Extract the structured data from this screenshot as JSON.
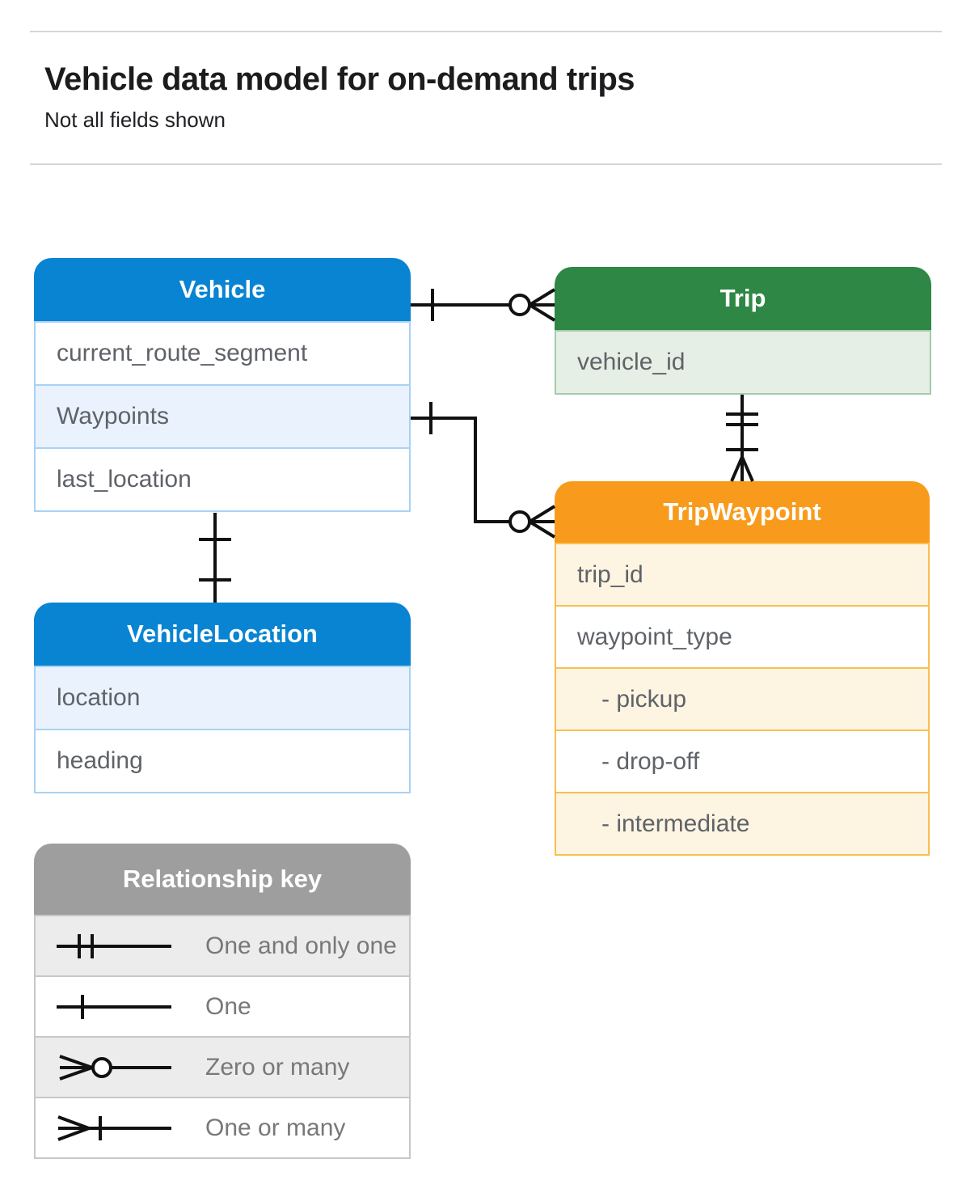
{
  "page": {
    "title": "Vehicle data model for on-demand trips",
    "subtitle": "Not all fields shown"
  },
  "tables": {
    "vehicle": {
      "title": "Vehicle",
      "fields": [
        "current_route_segment",
        "Waypoints",
        "last_location"
      ]
    },
    "trip": {
      "title": "Trip",
      "fields": [
        "vehicle_id"
      ]
    },
    "trip_waypoint": {
      "title": "TripWaypoint",
      "fields": [
        "trip_id",
        "waypoint_type",
        "- pickup",
        "- drop-off",
        "- intermediate"
      ]
    },
    "vehicle_location": {
      "title": "VehicleLocation",
      "fields": [
        "location",
        "heading"
      ]
    }
  },
  "relationships": [
    {
      "from": "Vehicle",
      "to": "Trip",
      "from_cardinality": "one",
      "to_cardinality": "zero-or-many"
    },
    {
      "from": "Vehicle.Waypoints",
      "to": "TripWaypoint",
      "from_cardinality": "one",
      "to_cardinality": "zero-or-many"
    },
    {
      "from": "Trip",
      "to": "TripWaypoint",
      "from_cardinality": "one-and-only-one",
      "to_cardinality": "one-or-many"
    },
    {
      "from": "Vehicle",
      "to": "VehicleLocation",
      "from_cardinality": "one",
      "to_cardinality": "one"
    }
  ],
  "legend": {
    "title": "Relationship key",
    "items": [
      {
        "symbol": "one-and-only-one",
        "label": "One and only one"
      },
      {
        "symbol": "one",
        "label": "One"
      },
      {
        "symbol": "zero-or-many",
        "label": "Zero or many"
      },
      {
        "symbol": "one-or-many",
        "label": "One or many"
      }
    ]
  },
  "colors": {
    "blue_header": "#0884d3",
    "blue_border": "#a9d2f4",
    "blue_row_alt": "#e9f2fd",
    "green_header": "#2e8745",
    "green_border": "#a5cbab",
    "green_row_alt": "#e6efe6",
    "orange_header": "#f89b1d",
    "orange_border": "#f8bf4f",
    "orange_row_alt": "#fdf4e2",
    "gray_header": "#9e9e9e",
    "gray_row_alt": "#ececec",
    "row_text": "#5f6368",
    "connector": "#111111"
  }
}
